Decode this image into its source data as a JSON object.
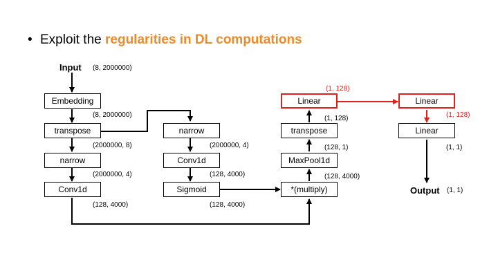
{
  "bullet": {
    "marker": "•",
    "prefix": "Exploit the ",
    "highlight": "regularities in DL computations",
    "highlight_color": "#f08a24"
  },
  "diagram": {
    "input_label": "Input",
    "output_label": "Output",
    "accent_color": "#e0201b",
    "nodes": {
      "embedding": "Embedding",
      "transpose_1": "transpose",
      "narrow_1": "narrow",
      "conv1d_1": "Conv1d",
      "narrow_2": "narrow",
      "conv1d_2": "Conv1d",
      "sigmoid": "Sigmoid",
      "multiply": "*(multiply)",
      "maxpool": "MaxPool1d",
      "transpose_2": "transpose",
      "linear_1": "Linear",
      "linear_2": "Linear",
      "linear_3": "Linear"
    },
    "shapes": {
      "input": "(8, 2000000)",
      "after_embedding": "(8, 2000000)",
      "after_transpose_1": "(2000000, 8)",
      "after_narrow_1": "(2000000, 4)",
      "after_conv1d_1": "(128, 4000)",
      "after_narrow_2": "(2000000, 4)",
      "after_conv1d_2": "(128, 4000)",
      "after_sigmoid": "(128, 4000)",
      "after_multiply": "(128, 4000)",
      "after_maxpool": "(128, 1)",
      "after_transpose_2": "(1, 128)",
      "after_linear_1": "(1, 128)",
      "after_linear_2": "(1, 128)",
      "after_linear_3": "(1, 1)",
      "output": "(1, 1)"
    }
  }
}
